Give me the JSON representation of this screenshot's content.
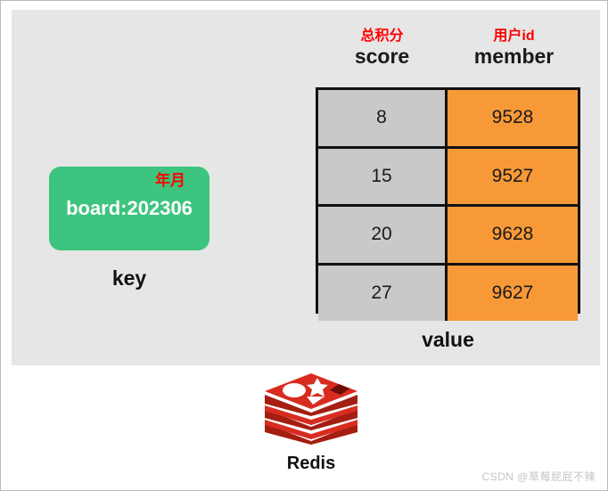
{
  "diagram": {
    "key_node": {
      "annotation": "年月",
      "text": "board:202306",
      "label": "key",
      "fill_color": "#3dc47e",
      "text_color": "#ffffff",
      "annotation_color": "#ff0000"
    },
    "value_table": {
      "label": "value",
      "columns": [
        {
          "annotation": "总积分",
          "name": "score",
          "fill_color": "#c9c9c9"
        },
        {
          "annotation": "用户id",
          "name": "member",
          "fill_color": "#f89938"
        }
      ],
      "rows": [
        {
          "score": "8",
          "member": "9528"
        },
        {
          "score": "15",
          "member": "9527"
        },
        {
          "score": "20",
          "member": "9628"
        },
        {
          "score": "27",
          "member": "9627"
        }
      ]
    },
    "product": {
      "name": "Redis",
      "logo_icon": "redis-stack-logo",
      "logo_color_top": "#d82c20",
      "logo_color_side": "#a41e11"
    }
  },
  "watermark": {
    "text": "CSDN @草莓屁屁不辣"
  }
}
